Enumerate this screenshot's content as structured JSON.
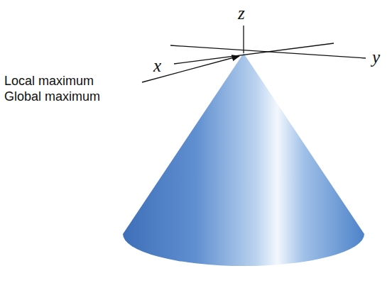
{
  "diagram": {
    "labels": [
      "z",
      "x",
      "y",
      "Local maximum",
      "Global maximum"
    ]
  }
}
